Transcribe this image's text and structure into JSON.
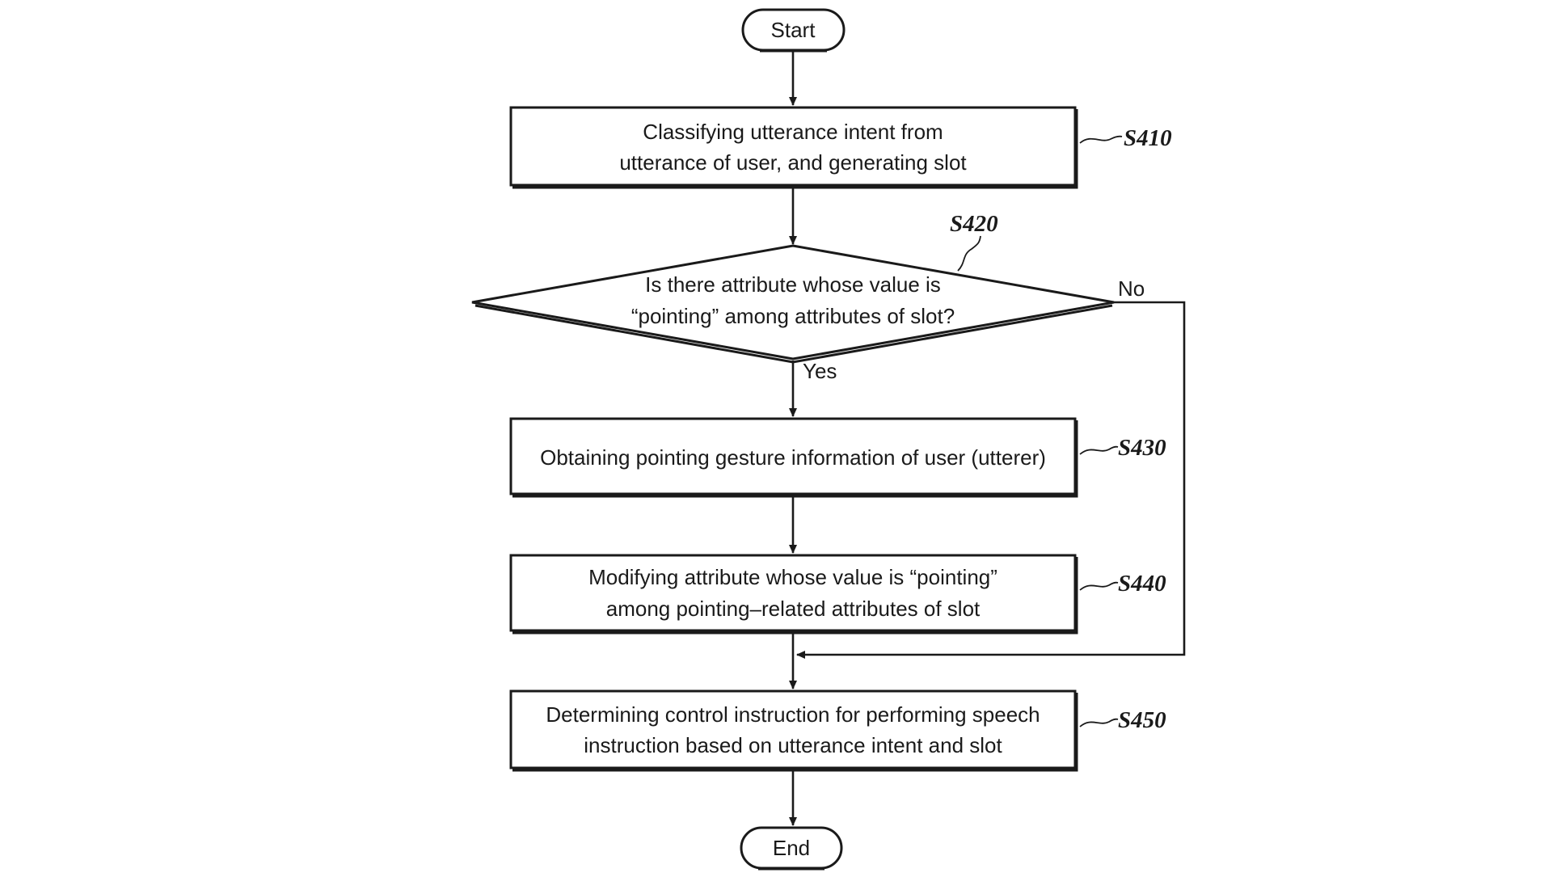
{
  "nodes": {
    "start": {
      "label": "Start"
    },
    "s410": {
      "lines": [
        "Classifying utterance intent from",
        "utterance of user, and generating slot"
      ],
      "step": "S410"
    },
    "s420": {
      "lines": [
        "Is there attribute whose value is",
        "“pointing” among attributes of slot?"
      ],
      "step": "S420"
    },
    "s430": {
      "lines": [
        "Obtaining pointing gesture information of user (utterer)"
      ],
      "step": "S430"
    },
    "s440": {
      "lines": [
        "Modifying attribute whose value is “pointing”",
        "among pointing–related attributes of slot"
      ],
      "step": "S440"
    },
    "s450": {
      "lines": [
        "Determining control instruction for performing speech",
        "instruction based on utterance intent and slot"
      ],
      "step": "S450"
    },
    "end": {
      "label": "End"
    }
  },
  "edges": {
    "yes_label": "Yes",
    "no_label": "No"
  }
}
